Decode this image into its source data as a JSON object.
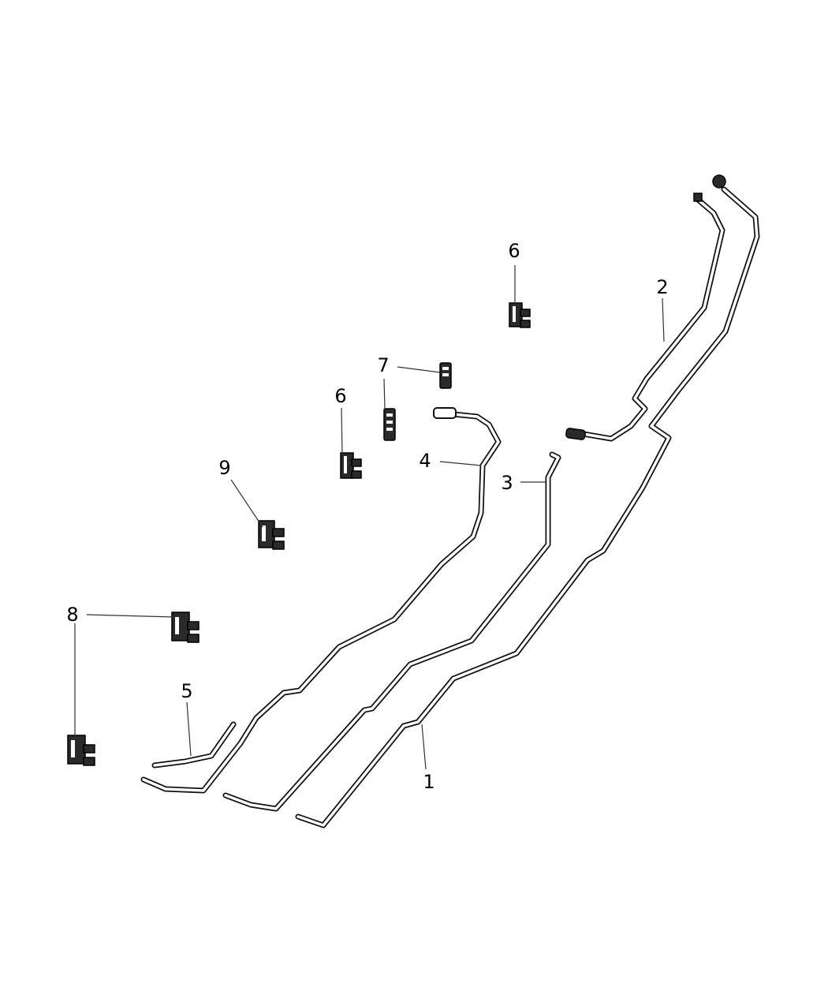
{
  "diagram": {
    "callouts": {
      "c1": "1",
      "c2": "2",
      "c3": "3",
      "c4": "4",
      "c5": "5",
      "c6a": "6",
      "c6b": "6",
      "c7": "7",
      "c8": "8",
      "c9": "9"
    }
  }
}
